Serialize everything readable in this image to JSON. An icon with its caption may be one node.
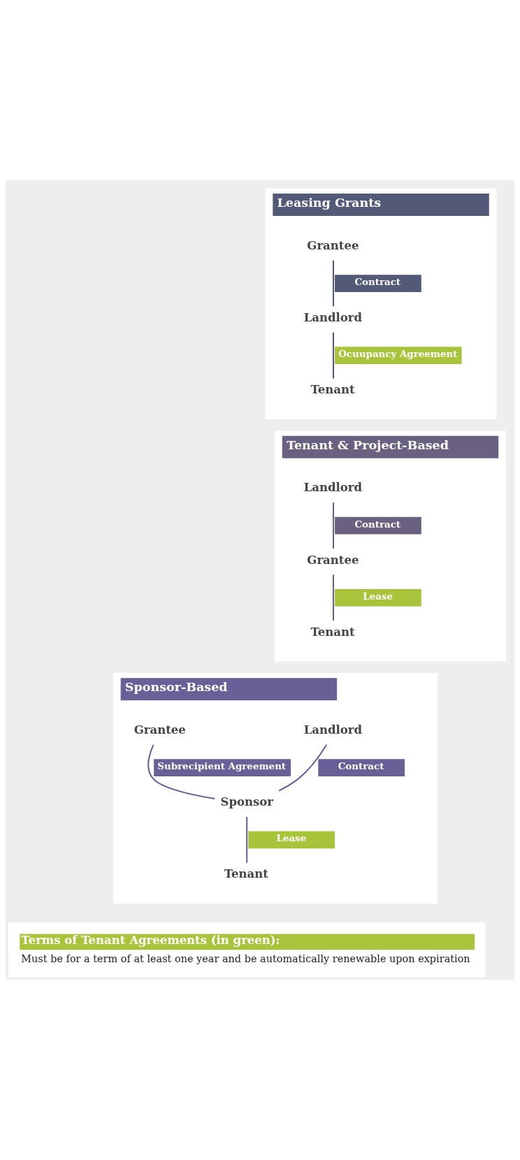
{
  "diagram": {
    "nodes": [
      {
        "text": [
          "Leasing Grants"
        ]
      },
      {
        "text": [
          "Grantee"
        ],
        "in": 0
      },
      {
        "text": [
          "Landlord"
        ],
        "in": 0
      },
      {
        "text": [
          "Tenant"
        ],
        "in": 0
      },
      {
        "text": [
          "Tenant & Project-Based"
        ]
      },
      {
        "text": [
          "Landlord"
        ],
        "in": 4
      },
      {
        "text": [
          "Grantee"
        ],
        "in": 4
      },
      {
        "text": [
          "Tenant"
        ],
        "in": 4
      },
      {
        "text": [
          "Sponsor-Based"
        ]
      },
      {
        "text": [
          "Landlord"
        ],
        "in": 8
      },
      {
        "text": [
          "Grantee"
        ],
        "in": 8
      },
      {
        "text": [
          "Sponsor"
        ],
        "in": 8
      },
      {
        "text": [
          "Tenant"
        ],
        "in": 8
      },
      {
        "text": [
          "Terms of Tenant Agreements (in green):",
          "Must be for a term of at least one year and be automatically renewable upon expiration"
        ]
      }
    ],
    "edges": [
      {
        "from": 1,
        "to": 2,
        "arrow": "none",
        "label": "Contract"
      },
      {
        "from": 2,
        "to": 3,
        "arrow": "none",
        "label": "Ocuupancy Agreement"
      },
      {
        "from": 5,
        "to": 6,
        "arrow": "none",
        "label": "Contract"
      },
      {
        "from": 6,
        "to": 7,
        "arrow": "none",
        "label": "Lease"
      },
      {
        "from": 9,
        "to": 11,
        "arrow": "none",
        "label": "Contract"
      },
      {
        "from": 10,
        "to": 11,
        "arrow": "none",
        "label": "Subrecipient Agreement"
      },
      {
        "from": 11,
        "to": 12,
        "arrow": "none",
        "label": "Lease"
      }
    ]
  }
}
